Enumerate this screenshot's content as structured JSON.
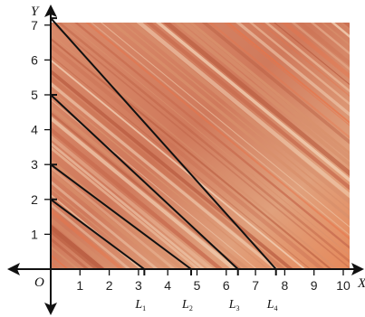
{
  "diagram": {
    "x_axis_label": "X",
    "y_axis_label": "Y",
    "origin_label": "O",
    "x_ticks": [
      "1",
      "2",
      "3",
      "4",
      "5",
      "6",
      "7",
      "8",
      "9",
      "10"
    ],
    "y_ticks": [
      "1",
      "2",
      "3",
      "4",
      "5",
      "6",
      "7"
    ],
    "lines": [
      {
        "name": "L",
        "sub": "1",
        "x_intercept": 3.2,
        "y_intercept": 2
      },
      {
        "name": "L",
        "sub": "2",
        "x_intercept": 4.8,
        "y_intercept": 3
      },
      {
        "name": "L",
        "sub": "3",
        "x_intercept": 6.4,
        "y_intercept": 5
      },
      {
        "name": "L",
        "sub": "4",
        "x_intercept": 7.7,
        "y_intercept": 7.2
      }
    ],
    "background": "wood-grain texture",
    "colors": {
      "wood_base": "#d8906c",
      "wood_dark": "#b85a3e",
      "wood_light": "#f0c6a6",
      "wood_accent": "#e8744a",
      "ink": "#111111"
    }
  }
}
